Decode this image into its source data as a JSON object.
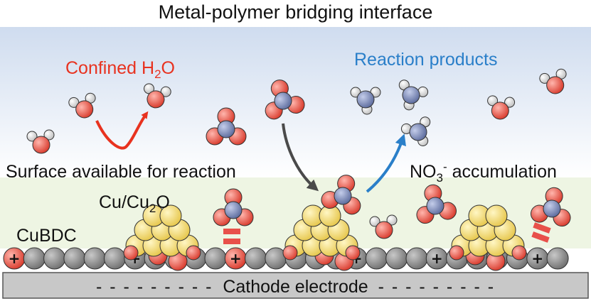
{
  "title": "Metal-polymer bridging interface",
  "labels": {
    "confined_water": {
      "text": "Confined H",
      "sub": "2",
      "tail": "O",
      "color": "#e8321f"
    },
    "reaction_products": {
      "text": "Reaction products",
      "color": "#2a7fc9"
    },
    "surface_available": "Surface available for reaction",
    "nitrate_accumulation": {
      "text": "NO",
      "sub": "3",
      "sup": "-",
      "tail": " accumulation"
    },
    "cu_cu2o": {
      "text": "Cu/Cu",
      "sub": "2",
      "tail": "O"
    },
    "cubdc": "CuBDC",
    "cathode": {
      "dashes_left": "- - - - - - - - -",
      "text": "Cathode electrode",
      "dashes_right": "- - - - - - - - -"
    }
  },
  "colors": {
    "sky_top": "#cfdcef",
    "sky_bottom": "#ffffff",
    "surface_band": "#eef5e3",
    "oxygen": "#e84a3c",
    "hydrogen": "#e6e6e6",
    "nitrogen": "#7b8ab8",
    "copper_particle": "#f5dc6a",
    "framework": "#8e8e8e",
    "electrode": "#c8c8c8",
    "arrow_red": "#e8321f",
    "arrow_gray": "#4a4a4a",
    "arrow_blue": "#2a7fc9",
    "bar_red": "#e8504a"
  },
  "icons": [
    "water-molecule-icon",
    "nitrate-molecule-icon",
    "ammonia-molecule-icon",
    "cu-particle-icon",
    "positive-charge-icon"
  ],
  "framework_charges": [
    "+",
    "+",
    "+",
    "+",
    "+",
    "+",
    "+"
  ]
}
